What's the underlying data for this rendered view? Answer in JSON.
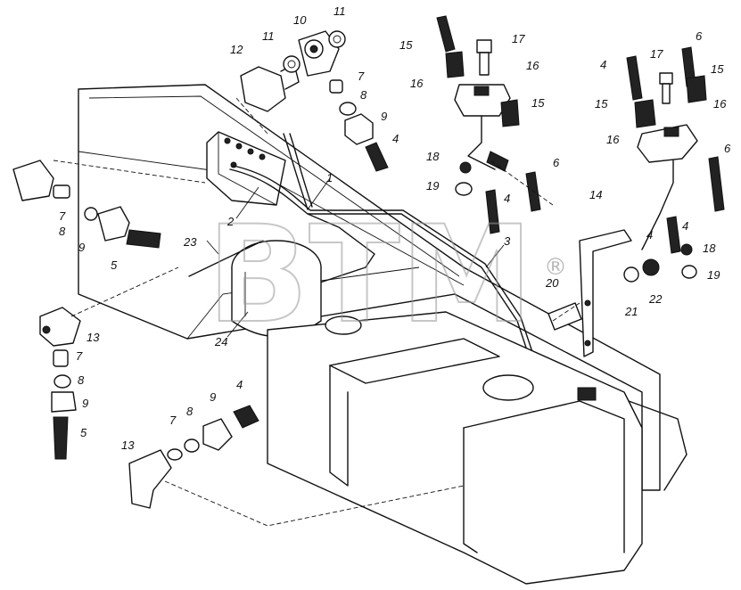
{
  "watermark": {
    "text": "BTM",
    "registered": "®"
  },
  "callouts": [
    {
      "id": "c1",
      "text": "1"
    },
    {
      "id": "c2",
      "text": "2"
    },
    {
      "id": "c3",
      "text": "3"
    },
    {
      "id": "c4a",
      "text": "4"
    },
    {
      "id": "c4b",
      "text": "4"
    },
    {
      "id": "c4c",
      "text": "4"
    },
    {
      "id": "c4d",
      "text": "4"
    },
    {
      "id": "c4e",
      "text": "4"
    },
    {
      "id": "c4f",
      "text": "4"
    },
    {
      "id": "c5a",
      "text": "5"
    },
    {
      "id": "c5b",
      "text": "5"
    },
    {
      "id": "c6a",
      "text": "6"
    },
    {
      "id": "c6b",
      "text": "6"
    },
    {
      "id": "c6c",
      "text": "6"
    },
    {
      "id": "c7a",
      "text": "7"
    },
    {
      "id": "c7b",
      "text": "7"
    },
    {
      "id": "c7c",
      "text": "7"
    },
    {
      "id": "c7d",
      "text": "7"
    },
    {
      "id": "c8a",
      "text": "8"
    },
    {
      "id": "c8b",
      "text": "8"
    },
    {
      "id": "c8c",
      "text": "8"
    },
    {
      "id": "c8d",
      "text": "8"
    },
    {
      "id": "c9a",
      "text": "9"
    },
    {
      "id": "c9b",
      "text": "9"
    },
    {
      "id": "c9c",
      "text": "9"
    },
    {
      "id": "c9d",
      "text": "9"
    },
    {
      "id": "c10",
      "text": "10"
    },
    {
      "id": "c11a",
      "text": "11"
    },
    {
      "id": "c11b",
      "text": "11"
    },
    {
      "id": "c12",
      "text": "12"
    },
    {
      "id": "c13a",
      "text": "13"
    },
    {
      "id": "c13b",
      "text": "13"
    },
    {
      "id": "c14",
      "text": "14"
    },
    {
      "id": "c15a",
      "text": "15"
    },
    {
      "id": "c15b",
      "text": "15"
    },
    {
      "id": "c15c",
      "text": "15"
    },
    {
      "id": "c15d",
      "text": "15"
    },
    {
      "id": "c16a",
      "text": "16"
    },
    {
      "id": "c16b",
      "text": "16"
    },
    {
      "id": "c16c",
      "text": "16"
    },
    {
      "id": "c16d",
      "text": "16"
    },
    {
      "id": "c17a",
      "text": "17"
    },
    {
      "id": "c17b",
      "text": "17"
    },
    {
      "id": "c18a",
      "text": "18"
    },
    {
      "id": "c18b",
      "text": "18"
    },
    {
      "id": "c19a",
      "text": "19"
    },
    {
      "id": "c19b",
      "text": "19"
    },
    {
      "id": "c20",
      "text": "20"
    },
    {
      "id": "c21",
      "text": "21"
    },
    {
      "id": "c22",
      "text": "22"
    },
    {
      "id": "c23",
      "text": "23"
    },
    {
      "id": "c24",
      "text": "24"
    }
  ]
}
